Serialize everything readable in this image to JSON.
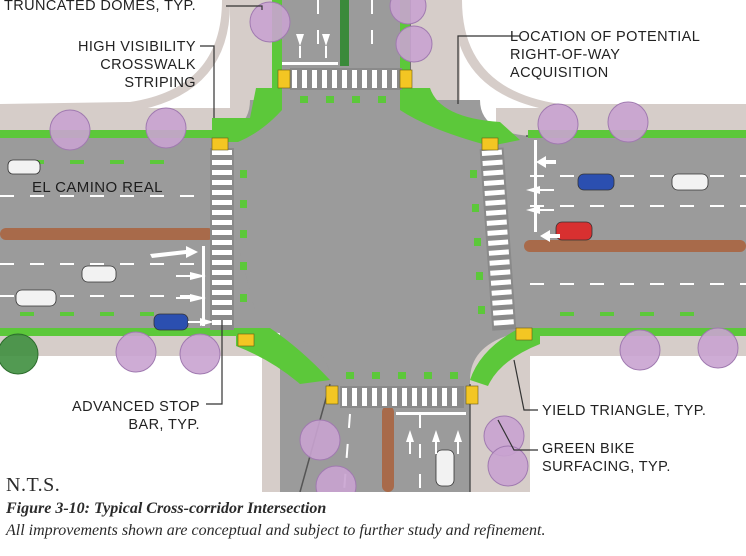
{
  "diagram": {
    "road_label": "EL CAMINO REAL",
    "callouts": {
      "truncated_domes": "TRUNCATED DOMES, TYP.",
      "crosswalk_line1": "HIGH VISIBILITY",
      "crosswalk_line2": "CROSSWALK STRIPING",
      "row_line1": "LOCATION OF POTENTIAL",
      "row_line2": "RIGHT-OF-WAY",
      "row_line3": "ACQUISITION",
      "stop_bar_line1": "ADVANCED STOP",
      "stop_bar_line2": "BAR, TYP.",
      "yield_triangle": "YIELD TRIANGLE, TYP.",
      "bike_line1": "GREEN BIKE",
      "bike_line2": "SURFACING, TYP."
    },
    "colors": {
      "roadway": "#9b9b9b",
      "sidewalk": "#d6cdc9",
      "bike_green": "#5cc83a",
      "median": "#a86a4a",
      "tree_canopy": "#c9a3d0",
      "lane_marking": "#ffffff"
    }
  },
  "caption": {
    "scale": "N.T.S.",
    "title": "Figure 3-10: Typical Cross-corridor Intersection",
    "note": "All improvements shown are conceptual and subject to further study and refinement."
  }
}
